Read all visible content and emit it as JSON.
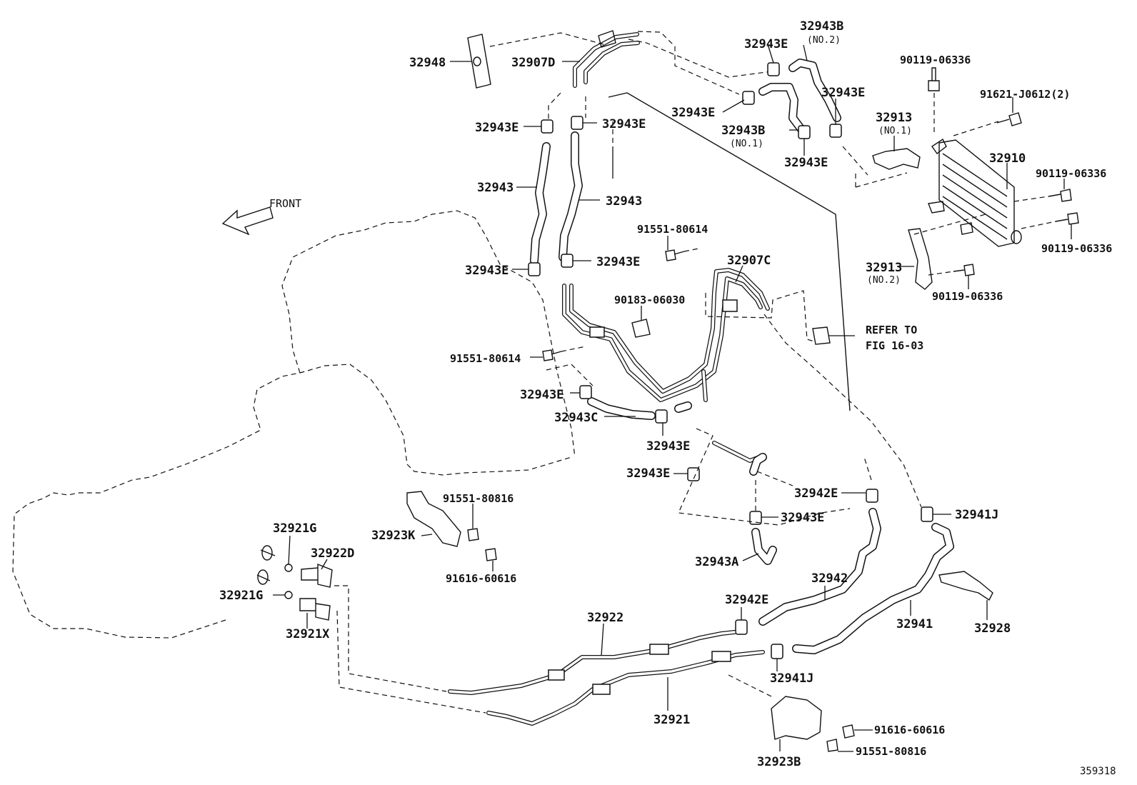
{
  "diagram": {
    "figure_id": "359318",
    "front_label": "FRONT",
    "refer_note": [
      "REFER TO",
      "FIG 16-03"
    ],
    "labels": [
      {
        "id": "32948",
        "text": "32948"
      },
      {
        "id": "32907D",
        "text": "32907D"
      },
      {
        "id": "32943B_no2",
        "text": "32943B",
        "sub": "(NO.2)"
      },
      {
        "id": "32943E_a",
        "text": "32943E"
      },
      {
        "id": "32943E_b",
        "text": "32943E"
      },
      {
        "id": "32943E_c",
        "text": "32943E"
      },
      {
        "id": "32943B_no1",
        "text": "32943B",
        "sub": "(NO.1)"
      },
      {
        "id": "32943E_d",
        "text": "32943E"
      },
      {
        "id": "90119-06336_a",
        "text": "90119-06336"
      },
      {
        "id": "91621-J0612",
        "text": "91621-J0612(2)"
      },
      {
        "id": "32913_no1",
        "text": "32913",
        "sub": "(NO.1)"
      },
      {
        "id": "32910",
        "text": "32910"
      },
      {
        "id": "90119-06336_b",
        "text": "90119-06336"
      },
      {
        "id": "90119-06336_c",
        "text": "90119-06336"
      },
      {
        "id": "32913_no2",
        "text": "32913",
        "sub": "(NO.2)"
      },
      {
        "id": "90119-06336_d",
        "text": "90119-06336"
      },
      {
        "id": "32943E_e",
        "text": "32943E"
      },
      {
        "id": "32943E_f",
        "text": "32943E"
      },
      {
        "id": "32943_left",
        "text": "32943"
      },
      {
        "id": "32943_right",
        "text": "32943"
      },
      {
        "id": "32943E_g",
        "text": "32943E"
      },
      {
        "id": "32943E_h",
        "text": "32943E"
      },
      {
        "id": "91551-80614_a",
        "text": "91551-80614"
      },
      {
        "id": "32907C",
        "text": "32907C"
      },
      {
        "id": "90183-06030",
        "text": "90183-06030"
      },
      {
        "id": "91551-80614_b",
        "text": "91551-80614"
      },
      {
        "id": "32943E_i",
        "text": "32943E"
      },
      {
        "id": "32943C",
        "text": "32943C"
      },
      {
        "id": "32943E_j",
        "text": "32943E"
      },
      {
        "id": "32943E_k",
        "text": "32943E"
      },
      {
        "id": "32942E_a",
        "text": "32942E"
      },
      {
        "id": "32943E_l",
        "text": "32943E"
      },
      {
        "id": "32943A",
        "text": "32943A"
      },
      {
        "id": "32941J_a",
        "text": "32941J"
      },
      {
        "id": "91551-80816_a",
        "text": "91551-80816"
      },
      {
        "id": "32923K",
        "text": "32923K"
      },
      {
        "id": "91616-60616_a",
        "text": "91616-60616"
      },
      {
        "id": "32921G_a",
        "text": "32921G"
      },
      {
        "id": "32922D",
        "text": "32922D"
      },
      {
        "id": "32921G_b",
        "text": "32921G"
      },
      {
        "id": "32921X",
        "text": "32921X"
      },
      {
        "id": "32922",
        "text": "32922"
      },
      {
        "id": "32942E_b",
        "text": "32942E"
      },
      {
        "id": "32942",
        "text": "32942"
      },
      {
        "id": "32941",
        "text": "32941"
      },
      {
        "id": "32928",
        "text": "32928"
      },
      {
        "id": "32941J_b",
        "text": "32941J"
      },
      {
        "id": "32921",
        "text": "32921"
      },
      {
        "id": "91616-60616_b",
        "text": "91616-60616"
      },
      {
        "id": "91551-80816_b",
        "text": "91551-80816"
      },
      {
        "id": "32923B",
        "text": "32923B"
      }
    ]
  }
}
